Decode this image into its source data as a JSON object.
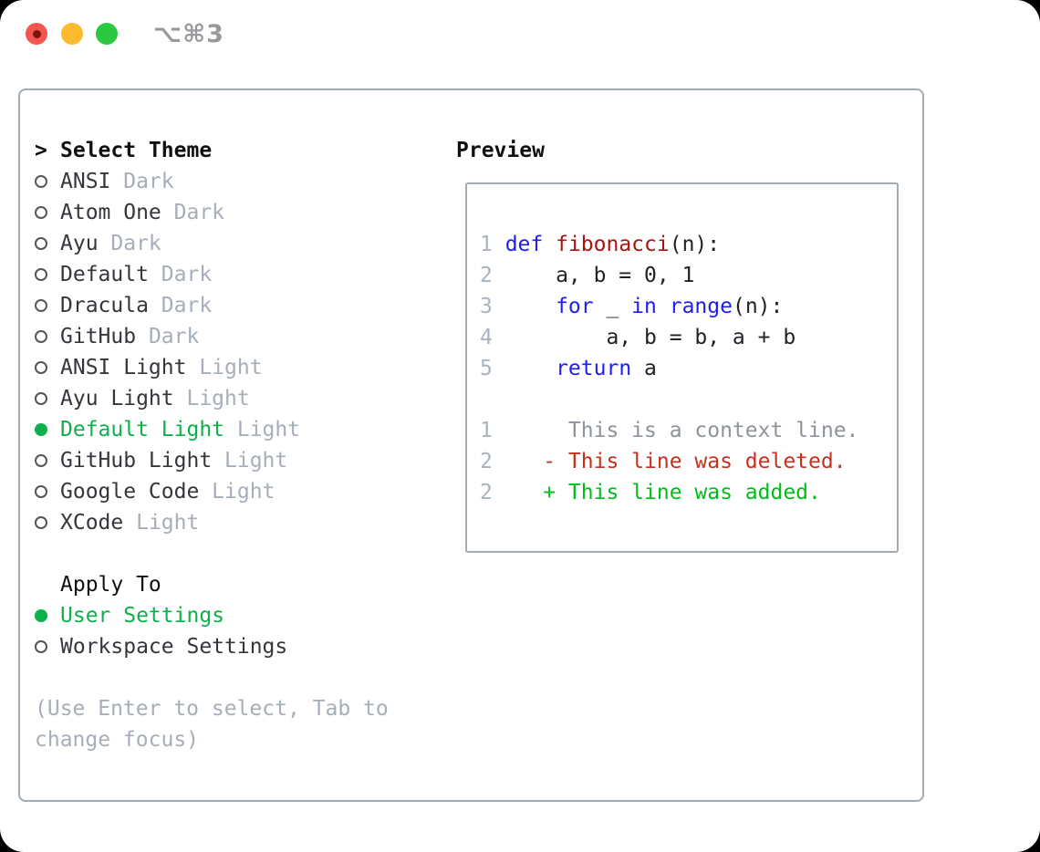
{
  "window": {
    "shortcut_label": "⌥⌘3",
    "traffic_lights": [
      {
        "name": "close",
        "color": "#f4564f",
        "dot": "#7d1410"
      },
      {
        "name": "minimize",
        "color": "#fcbb2d"
      },
      {
        "name": "zoom",
        "color": "#2cc840"
      }
    ]
  },
  "theme_selector": {
    "caret": ">",
    "header": "Select Theme",
    "items": [
      {
        "name": "ANSI",
        "variant": "Dark",
        "selected": false
      },
      {
        "name": "Atom One",
        "variant": "Dark",
        "selected": false
      },
      {
        "name": "Ayu",
        "variant": "Dark",
        "selected": false
      },
      {
        "name": "Default",
        "variant": "Dark",
        "selected": false
      },
      {
        "name": "Dracula",
        "variant": "Dark",
        "selected": false
      },
      {
        "name": "GitHub",
        "variant": "Dark",
        "selected": false
      },
      {
        "name": "ANSI Light",
        "variant": "Light",
        "selected": false
      },
      {
        "name": "Ayu Light",
        "variant": "Light",
        "selected": false
      },
      {
        "name": "Default Light",
        "variant": "Light",
        "selected": true
      },
      {
        "name": "GitHub Light",
        "variant": "Light",
        "selected": false
      },
      {
        "name": "Google Code",
        "variant": "Light",
        "selected": false
      },
      {
        "name": "XCode",
        "variant": "Light",
        "selected": false
      }
    ]
  },
  "apply_to": {
    "header": "Apply To",
    "options": [
      {
        "label": "User Settings",
        "selected": true
      },
      {
        "label": "Workspace Settings",
        "selected": false
      }
    ]
  },
  "help_lines": [
    "(Use Enter to select, Tab to",
    "change focus)"
  ],
  "preview": {
    "header": "Preview",
    "lines": [
      {
        "num": "1",
        "segments": [
          {
            "text": "def",
            "style": "keyword"
          },
          {
            "text": " ",
            "style": "plain"
          },
          {
            "text": "fibonacci",
            "style": "function"
          },
          {
            "text": "(n):",
            "style": "plain"
          }
        ]
      },
      {
        "num": "2",
        "segments": [
          {
            "text": "    a, b = 0, 1",
            "style": "plain"
          }
        ]
      },
      {
        "num": "3",
        "segments": [
          {
            "text": "    ",
            "style": "plain"
          },
          {
            "text": "for",
            "style": "keyword"
          },
          {
            "text": " _ ",
            "style": "plain"
          },
          {
            "text": "in",
            "style": "keyword"
          },
          {
            "text": " ",
            "style": "plain"
          },
          {
            "text": "range",
            "style": "keyword"
          },
          {
            "text": "(n):",
            "style": "plain"
          }
        ]
      },
      {
        "num": "4",
        "segments": [
          {
            "text": "        a, b = b, a + b",
            "style": "plain"
          }
        ]
      },
      {
        "num": "5",
        "segments": [
          {
            "text": "    ",
            "style": "plain"
          },
          {
            "text": "return",
            "style": "keyword"
          },
          {
            "text": " a",
            "style": "plain"
          }
        ]
      },
      {
        "num": "",
        "segments": []
      },
      {
        "num": "1",
        "segments": [
          {
            "text": "     This is a context line.",
            "style": "context"
          }
        ]
      },
      {
        "num": "2",
        "segments": [
          {
            "text": "   - This line was deleted.",
            "style": "deleted"
          }
        ]
      },
      {
        "num": "2",
        "segments": [
          {
            "text": "   + This line was added.",
            "style": "added"
          }
        ]
      }
    ]
  },
  "colors": {
    "keyword": "#1d1df5",
    "function": "#a81414",
    "context": "#8d939a",
    "deleted": "#c9301d",
    "added": "#00bd17",
    "selected_green": "#0db04a",
    "line_number": "#a9b3be",
    "muted_gray": "#a6aeb9",
    "text": "#33363b",
    "heading": "#101010",
    "panel_border": "#a2aab4"
  }
}
